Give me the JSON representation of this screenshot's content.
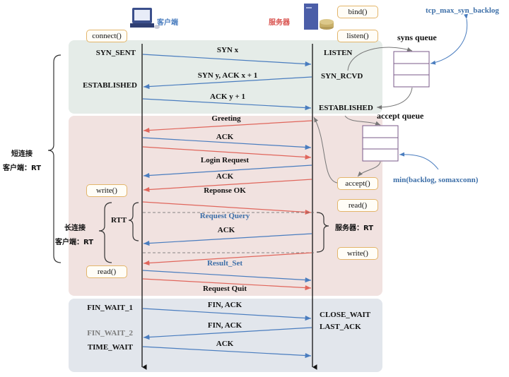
{
  "header": {
    "client_label": "客户端",
    "server_label": "服务器"
  },
  "functions": {
    "connect": "connect()",
    "bind": "bind()",
    "listen": "listen()",
    "accept": "accept()",
    "client_write": "write()",
    "client_read": "read()",
    "server_read": "read()",
    "server_write": "write()"
  },
  "client_states": {
    "syn_sent": "SYN_SENT",
    "established": "ESTABLISHED",
    "fin_wait_1": "FIN_WAIT_1",
    "fin_wait_2": "FIN_WAIT_2",
    "time_wait": "TIME_WAIT"
  },
  "server_states": {
    "listen": "LISTEN",
    "syn_rcvd": "SYN_RCVD",
    "established": "ESTABLISHED",
    "close_wait": "CLOSE_WAIT",
    "last_ack": "LAST_ACK"
  },
  "messages": {
    "syn_x": "SYN x",
    "syn_ack": "SYN y, ACK x + 1",
    "ack_y": "ACK y + 1",
    "greeting": "Greeting",
    "ack1": "ACK",
    "login_request": "Login Request",
    "ack2": "ACK",
    "response_ok": "Reponse OK",
    "request_query": "Request Query",
    "ack3": "ACK",
    "result_set": "Result_Set",
    "request_quit": "Request Quit",
    "fin_ack1": "FIN, ACK",
    "fin_ack2": "FIN, ACK",
    "ack_final": "ACK"
  },
  "queues": {
    "syns_queue": "syns queue",
    "accept_queue": "accept queue",
    "syn_backlog_param": "tcp_max_syn_backlog",
    "accept_backlog_param": "min(backlog, somaxconn)"
  },
  "annotations": {
    "short_conn": "短连接",
    "short_conn_rt": "客户端：RT",
    "long_conn": "长连接",
    "long_conn_rt": "客户端：RT",
    "rtt": "RTT",
    "server_rt": "服务器：RT"
  },
  "colors": {
    "client_to_server": "#4a7dbf",
    "server_to_client": "#e0665c",
    "handshake_zone": "#e5ece8",
    "data_zone": "#f1e2e0",
    "close_zone": "#e2e6ec",
    "function_box_border": "#e3b56a",
    "queue_border": "#7a5a8a"
  }
}
